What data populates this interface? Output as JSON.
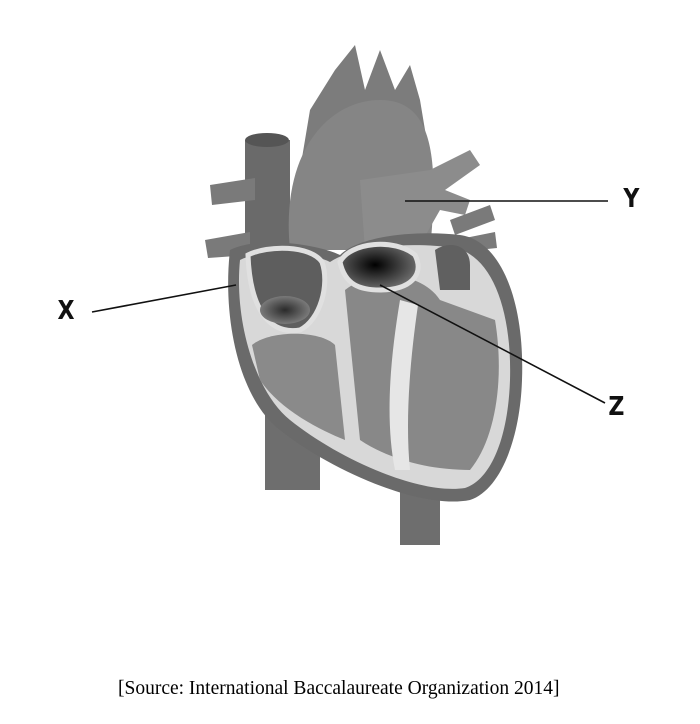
{
  "labels": {
    "x": "X",
    "y": "Y",
    "z": "Z"
  },
  "source": "[Source: International Baccalaureate Organization 2014]"
}
